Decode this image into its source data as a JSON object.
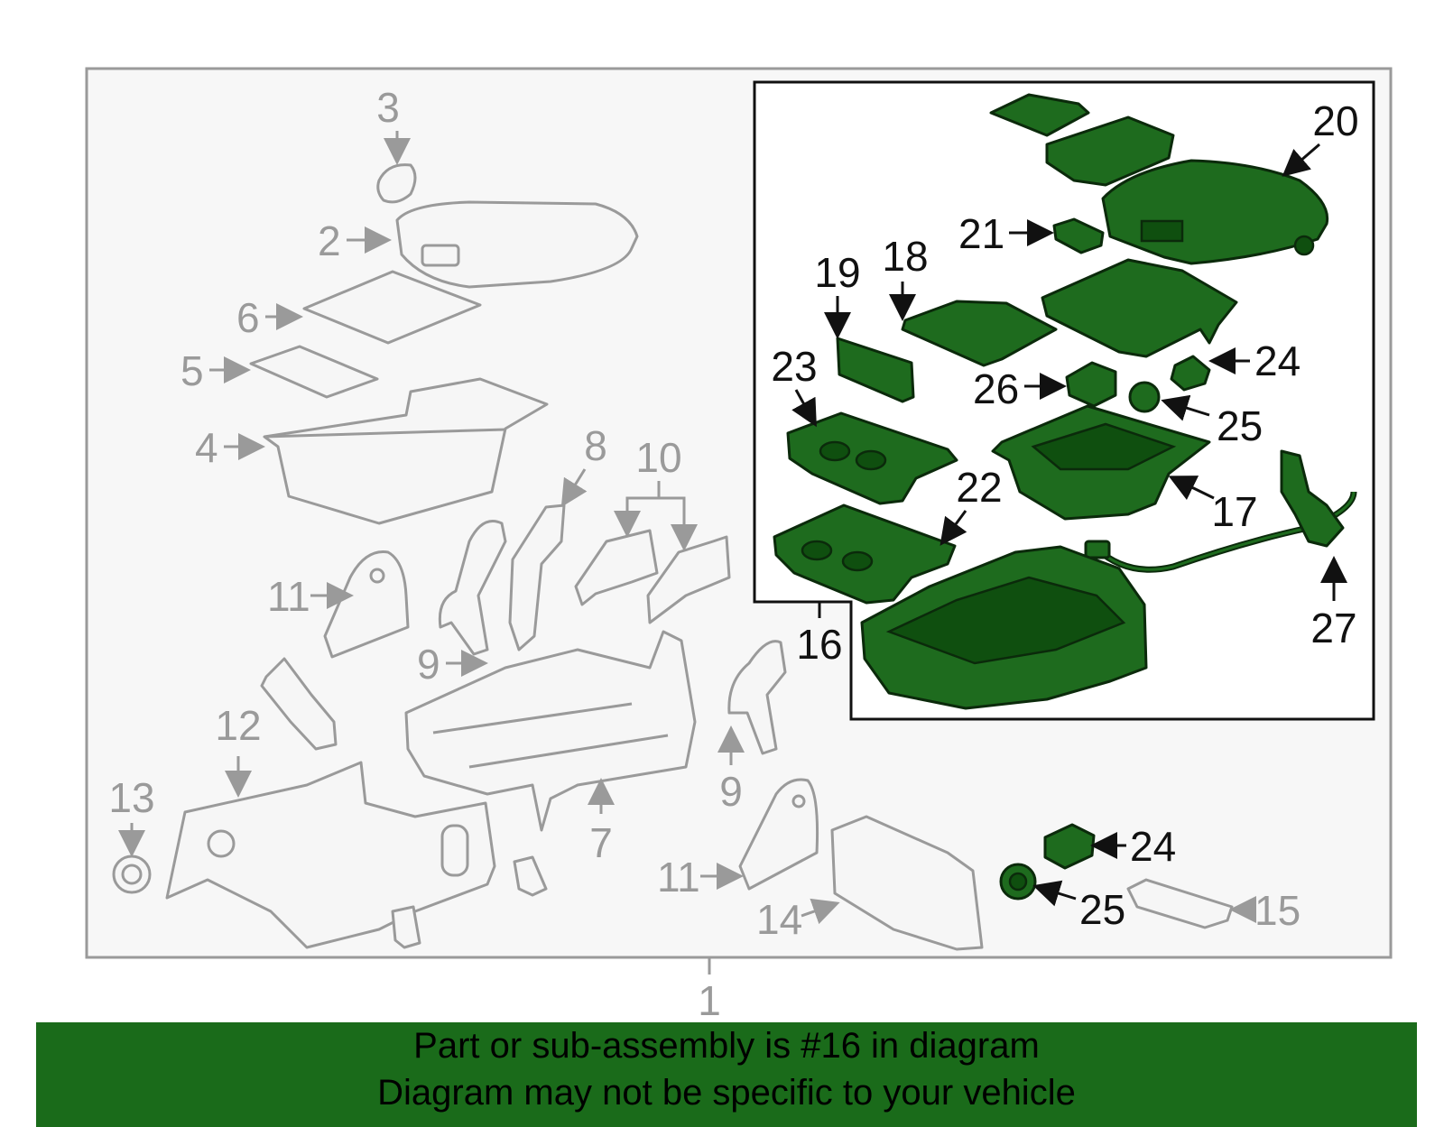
{
  "callouts": {
    "c1": "1",
    "c2": "2",
    "c3": "3",
    "c4": "4",
    "c5": "5",
    "c6": "6",
    "c7": "7",
    "c8": "8",
    "c9a": "9",
    "c9b": "9",
    "c10": "10",
    "c11a": "11",
    "c11b": "11",
    "c12": "12",
    "c13": "13",
    "c14": "14",
    "c15": "15",
    "c16": "16",
    "c17": "17",
    "c18": "18",
    "c19": "19",
    "c20": "20",
    "c21": "21",
    "c22": "22",
    "c23": "23",
    "c24a": "24",
    "c24b": "24",
    "c25a": "25",
    "c25b": "25",
    "c26": "26",
    "c27": "27"
  },
  "banner": {
    "line1": "Part or sub-assembly is #16 in diagram",
    "line2": "Diagram may not be specific to your vehicle"
  },
  "colors": {
    "highlight": "#1e6b1e",
    "banner": "#1a6b1a",
    "parts_gray": "#9a9a9a"
  }
}
